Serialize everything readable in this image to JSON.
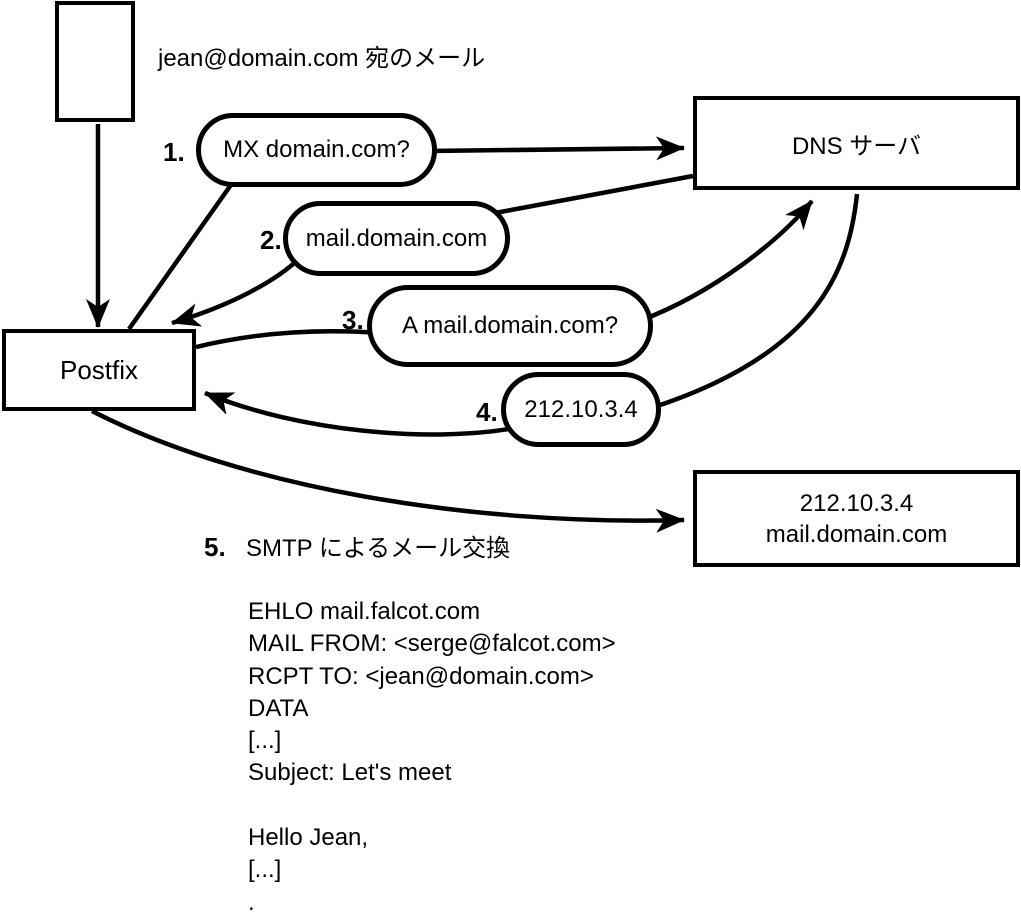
{
  "colors": {
    "line": "#000000",
    "background": "#ffffff",
    "text": "#000000"
  },
  "diagram": {
    "incoming_mail_label": "jean@domain.com 宛のメール",
    "nodes": {
      "postfix": "Postfix",
      "dns_server": "DNS サーバ",
      "mail_server_ip": "212.10.3.4",
      "mail_server_host": "mail.domain.com"
    },
    "steps": [
      {
        "num": "1.",
        "label": "MX domain.com?"
      },
      {
        "num": "2.",
        "label": "mail.domain.com"
      },
      {
        "num": "3.",
        "label": "A mail.domain.com?"
      },
      {
        "num": "4.",
        "label": "212.10.3.4"
      },
      {
        "num": "5.",
        "label": "SMTP によるメール交換"
      }
    ],
    "smtp_session": [
      "EHLO mail.falcot.com",
      "MAIL FROM: <serge@falcot.com>",
      "RCPT TO: <jean@domain.com>",
      "DATA",
      "[...]",
      "Subject: Let's meet",
      "",
      "Hello Jean,",
      "[...]",
      "."
    ]
  }
}
